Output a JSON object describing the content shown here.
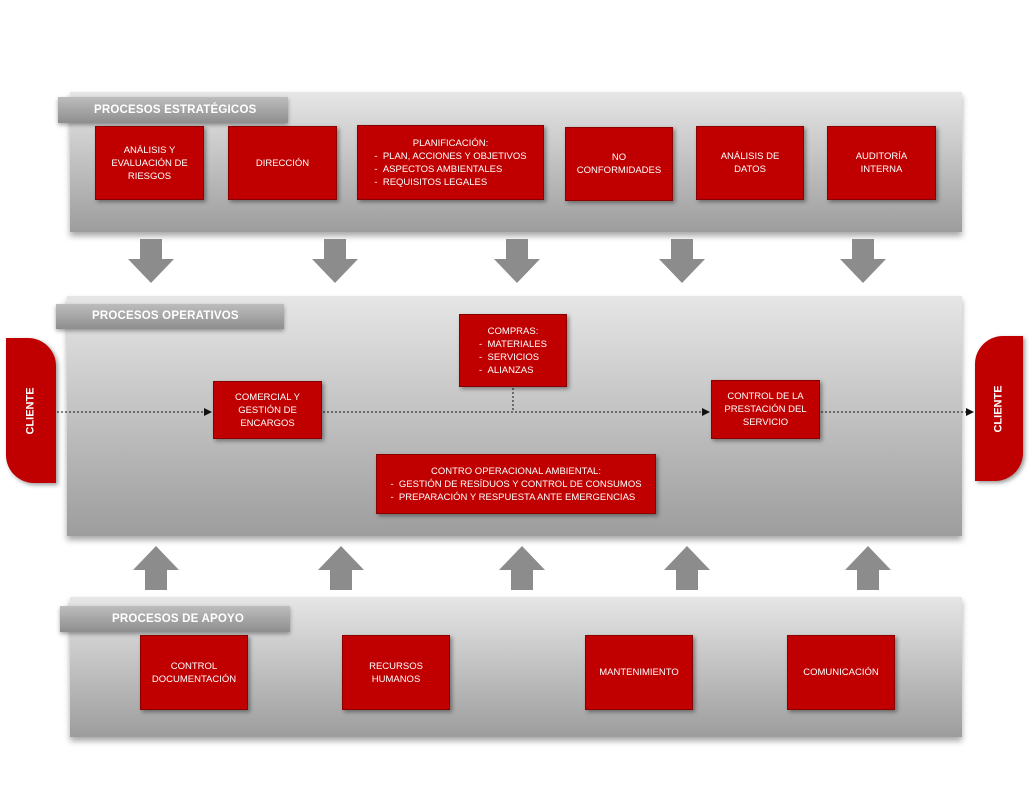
{
  "colors": {
    "box_red": "#c00000",
    "band_gray": "#b0b0b0",
    "arrow_gray": "#8c8c8c"
  },
  "estrategicos": {
    "title": "PROCESOS ESTRATÉGICOS",
    "boxes": [
      {
        "lines": [
          "ANÁLISIS Y",
          "EVALUACIÓN DE",
          "RIESGOS"
        ]
      },
      {
        "lines": [
          "DIRECCIÓN"
        ]
      },
      {
        "title": "PLANIFICACIÓN:",
        "items": [
          "PLAN, ACCIONES Y OBJETIVOS",
          "ASPECTOS AMBIENTALES",
          "REQUISITOS LEGALES"
        ]
      },
      {
        "lines": [
          "NO",
          "CONFORMIDADES"
        ]
      },
      {
        "lines": [
          "ANÁLISIS DE",
          "DATOS"
        ]
      },
      {
        "lines": [
          "AUDITORÍA",
          "INTERNA"
        ]
      }
    ]
  },
  "operativos": {
    "title": "PROCESOS OPERATIVOS",
    "compras": {
      "title": "COMPRAS:",
      "items": [
        "MATERIALES",
        "SERVICIOS",
        "ALIANZAS"
      ]
    },
    "comercial": {
      "lines": [
        "COMERCIAL Y",
        "GESTIÓN DE",
        "ENCARGOS"
      ]
    },
    "control_prestacion": {
      "lines": [
        "CONTROL DE LA",
        "PRESTACIÓN DEL",
        "SERVICIO"
      ]
    },
    "control_ambiental": {
      "title": "CONTRO OPERACIONAL AMBIENTAL:",
      "items": [
        "GESTIÓN DE RESÍDUOS Y CONTROL DE CONSUMOS",
        "PREPARACIÓN Y RESPUESTA ANTE EMERGENCIAS"
      ]
    },
    "cliente_left": "CLIENTE",
    "cliente_right": "CLIENTE"
  },
  "apoyo": {
    "title": "PROCESOS DE APOYO",
    "boxes": [
      {
        "lines": [
          "CONTROL",
          "DOCUMENTACIÓN"
        ]
      },
      {
        "lines": [
          "RECURSOS",
          "HUMANOS"
        ]
      },
      {
        "lines": [
          "MANTENIMIENTO"
        ]
      },
      {
        "lines": [
          "COMUNICACIÓN"
        ]
      }
    ]
  }
}
